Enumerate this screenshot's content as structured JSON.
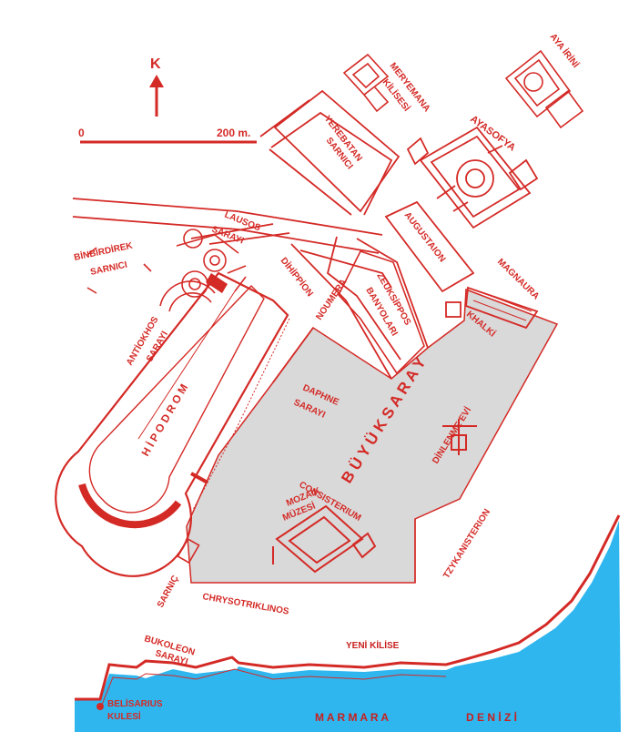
{
  "colors": {
    "ink": "#d42a26",
    "sea": "#2fb6ee",
    "palace": "#d9d9d9",
    "background": "#ffffff"
  },
  "compass": {
    "letter": "K"
  },
  "scale": {
    "start": "0",
    "end": "200 m."
  },
  "labels": {
    "meryemana_1": "MERYEMANA",
    "meryemana_2": "KİLİSESİ",
    "aya_irini": "AYA İRİNİ",
    "ayasofya": "AYASOFYA",
    "yerebatan_1": "YEREBATAN",
    "yerebatan_2": "SARNICI",
    "augustaion": "AUGUSTAION",
    "lausos_1": "LAUSOS",
    "lausos_2": "SARAYI",
    "binbirdirek_1": "BİNBİRDİREK",
    "binbirdirek_2": "SARNICI",
    "dihippion": "DİHİPPİON",
    "noumera": "NOUMERA",
    "zeuksippos_1": "ZEUKSİPPOS",
    "zeuksippos_2": "BANYOLARI",
    "magnaura": "MAGNAURA",
    "khalki": "KHALKİ",
    "antiokhos_1": "ANTİOKHOS",
    "antiokhos_2": "SARAYI",
    "buyuk_saray": "B Ü Y Ü K   S A R A Y",
    "daphne_1": "DAPHNE",
    "daphne_2": "SARAYI",
    "dinlenme_evi": "DİNLENME EVİ",
    "hipodrom": "H İ P O D R O M",
    "consisterium": "CONSISTERIUM",
    "mozaik_1": "MOZAİK",
    "mozaik_2": "MÜZESİ",
    "tzykanisterion": "TZYKANISTERION",
    "sarnic": "SARNIÇ",
    "chrysotriklinos": "CHRYSOTRIKLINOS",
    "bukoleon_1": "BUKOLEON",
    "bukoleon_2": "SARAYI",
    "yeni_kilise": "YENİ KİLİSE",
    "belisarius_1": "BELİSARIUS",
    "belisarius_2": "KULESİ",
    "marmara": "M A R M A R A",
    "denizi": "D E N İ Z İ"
  }
}
